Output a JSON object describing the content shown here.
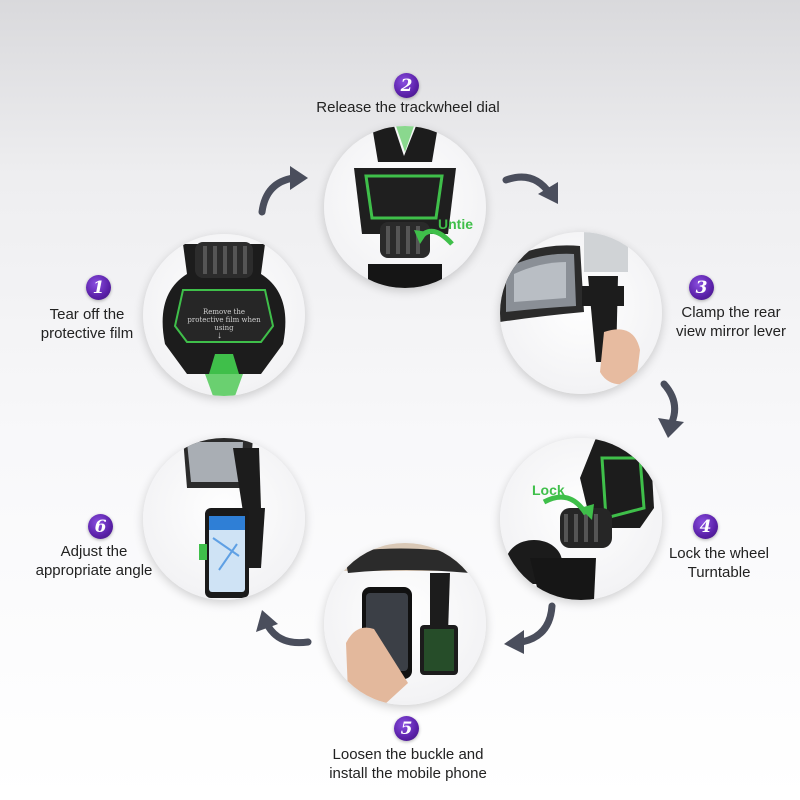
{
  "steps": [
    {
      "num": "1",
      "line1": "Tear off the",
      "line2": "protective film",
      "film_text": "Remove the protective film when using"
    },
    {
      "num": "2",
      "line1": "Release the trackwheel dial",
      "line2": "",
      "tag": "Untie"
    },
    {
      "num": "3",
      "line1": "Clamp the rear",
      "line2": "view mirror lever"
    },
    {
      "num": "4",
      "line1": "Lock the wheel",
      "line2": "Turntable",
      "tag": "Lock"
    },
    {
      "num": "5",
      "line1": "Loosen the buckle and",
      "line2": "install the mobile phone"
    },
    {
      "num": "6",
      "line1": "Adjust the",
      "line2": "appropriate angle"
    }
  ],
  "colors": {
    "accent_green": "#3fbf4a",
    "number_purple": "#5a20a8",
    "arrow_gray": "#4a4e5c"
  }
}
